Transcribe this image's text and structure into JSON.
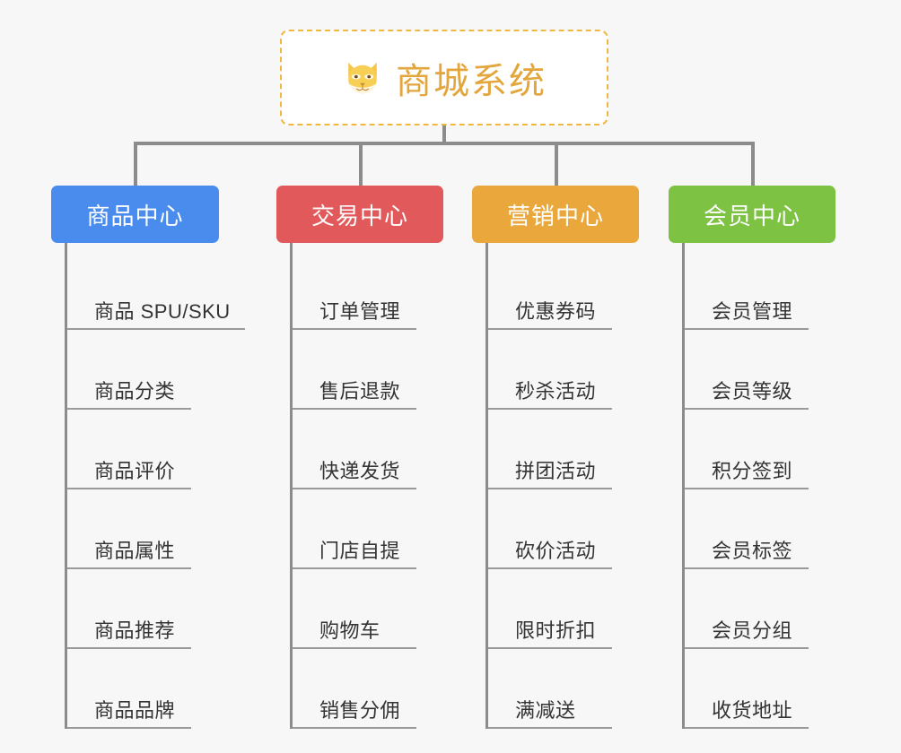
{
  "root": {
    "icon": "dog-face-emoji",
    "title": "商城系统",
    "border_color": "#f0b840",
    "text_color": "#e3a63c"
  },
  "connector_color": "#8c8c8c",
  "background_color": "#f7f7f7",
  "columns": [
    {
      "title": "商品中心",
      "color": "#4a8cee",
      "items": [
        {
          "label": "商品 SPU/SKU"
        },
        {
          "label": "商品分类"
        },
        {
          "label": "商品评价"
        },
        {
          "label": "商品属性"
        },
        {
          "label": "商品推荐"
        },
        {
          "label": "商品品牌"
        }
      ]
    },
    {
      "title": "交易中心",
      "color": "#e2595b",
      "items": [
        {
          "label": "订单管理"
        },
        {
          "label": "售后退款"
        },
        {
          "label": "快递发货"
        },
        {
          "label": "门店自提"
        },
        {
          "label": "购物车"
        },
        {
          "label": "销售分佣"
        }
      ]
    },
    {
      "title": "营销中心",
      "color": "#eaa83c",
      "items": [
        {
          "label": "优惠券码"
        },
        {
          "label": "秒杀活动"
        },
        {
          "label": "拼团活动"
        },
        {
          "label": "砍价活动"
        },
        {
          "label": "限时折扣"
        },
        {
          "label": "满减送"
        }
      ]
    },
    {
      "title": "会员中心",
      "color": "#7dc242",
      "items": [
        {
          "label": "会员管理"
        },
        {
          "label": "会员等级"
        },
        {
          "label": "积分签到"
        },
        {
          "label": "会员标签"
        },
        {
          "label": "会员分组"
        },
        {
          "label": "收货地址"
        }
      ]
    }
  ]
}
